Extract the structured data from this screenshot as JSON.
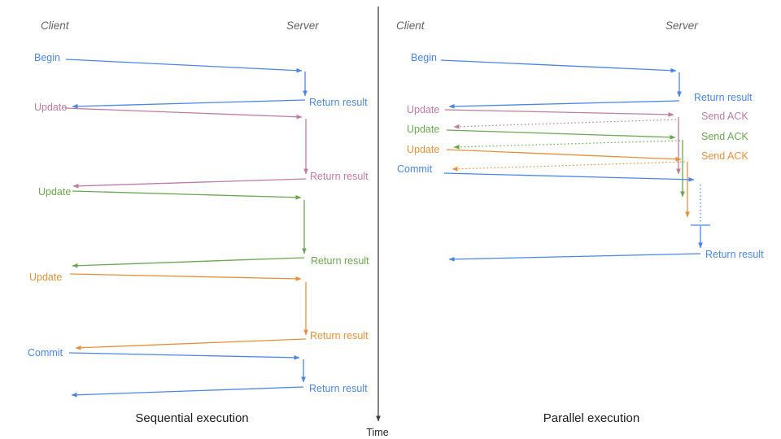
{
  "diagram": {
    "time_axis_label": "Time",
    "left_panel": {
      "title": "Sequential execution",
      "client_header": "Client",
      "server_header": "Server",
      "steps": [
        {
          "request": "Begin",
          "response": "Return result",
          "color_name": "blue"
        },
        {
          "request": "Update",
          "response": "Return result",
          "color_name": "pink"
        },
        {
          "request": "Update",
          "response": "Return result",
          "color_name": "green"
        },
        {
          "request": "Update",
          "response": "Return result",
          "color_name": "orange"
        },
        {
          "request": "Commit",
          "response": "Return result",
          "color_name": "blue"
        }
      ]
    },
    "right_panel": {
      "title": "Parallel execution",
      "client_header": "Client",
      "server_header": "Server",
      "steps": [
        {
          "request": "Begin",
          "response": "Return result",
          "color_name": "blue",
          "response_style": "solid"
        },
        {
          "request": "Update",
          "response": "Send ACK",
          "color_name": "pink",
          "response_style": "dotted"
        },
        {
          "request": "Update",
          "response": "Send ACK",
          "color_name": "green",
          "response_style": "dotted"
        },
        {
          "request": "Update",
          "response": "Send ACK",
          "color_name": "orange",
          "response_style": "dotted"
        },
        {
          "request": "Commit",
          "response": "Return result",
          "color_name": "blue",
          "response_style": "solid"
        }
      ]
    },
    "colors": {
      "blue": "#4a86e8",
      "pink": "#c27ba0",
      "green": "#6aa84f",
      "orange": "#e69138",
      "header_gray": "#5f6368",
      "axis": "#3c4043",
      "title_text": "#1c1c1c",
      "background": "#ffffff"
    }
  }
}
